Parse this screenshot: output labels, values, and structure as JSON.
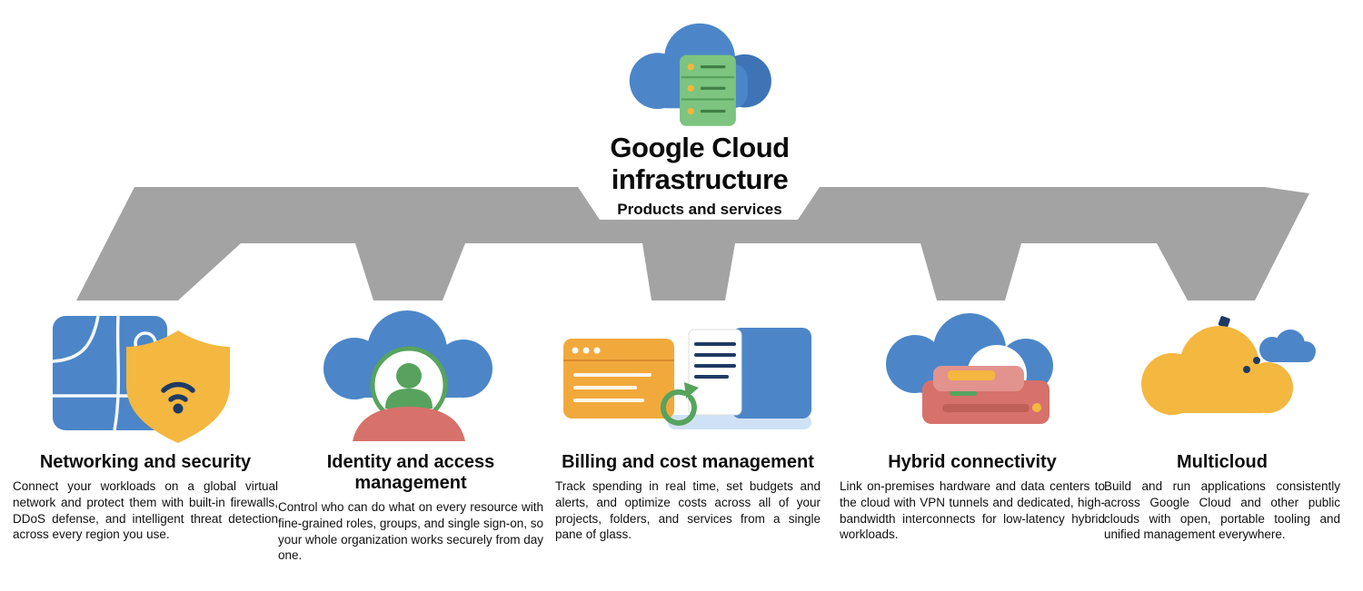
{
  "palette": {
    "blue": "#4C86C8",
    "navy": "#1F3B63",
    "green": "#57A35E",
    "light_green": "#7CC47F",
    "yellow": "#F4B73F",
    "orange": "#F2A93C",
    "salmon": "#D6716B",
    "light_salmon": "#E2938E",
    "light_blue": "#CFE2F5",
    "connector_gray": "#A3A3A3"
  },
  "root": {
    "icon": "cloud-server-icon",
    "title": "Google Cloud infrastructure",
    "tagline": "Products and services"
  },
  "branches": [
    {
      "id": "networking",
      "icon": "network-shield-icon",
      "title": "Networking and security",
      "description": "Connect your workloads on a global virtual network and protect them with built-in firewalls, DDoS defense, and intelligent threat detection across every region you use."
    },
    {
      "id": "identity",
      "icon": "cloud-users-icon",
      "title": "Identity and access management",
      "description": "Control who can do what on every resource with fine-grained roles, groups, and single sign-on, so your whole organization works securely from day one."
    },
    {
      "id": "billing",
      "icon": "billing-icon",
      "title": "Billing and cost management",
      "description": "Track spending in real time, set budgets and alerts, and optimize costs across all of your projects, folders, and services from a single pane of glass."
    },
    {
      "id": "hybrid",
      "icon": "hybrid-device-icon",
      "title": "Hybrid connectivity",
      "description": "Link on-premises hardware and data centers to the cloud with VPN tunnels and dedicated, high-bandwidth interconnects for low-latency hybrid workloads."
    },
    {
      "id": "multicloud",
      "icon": "multicloud-icon",
      "title": "Multicloud",
      "description": "Build and run applications consistently across Google Cloud and other public clouds with open, portable tooling and unified management everywhere."
    }
  ]
}
